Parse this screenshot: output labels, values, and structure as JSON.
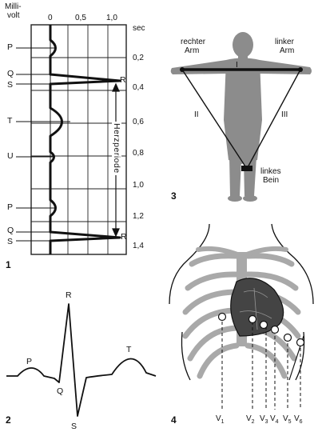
{
  "panel1": {
    "number": "1",
    "yaxis_title_line1": "Milli-",
    "yaxis_title_line2": "volt",
    "x_ticks": [
      "0",
      "0,5",
      "1,0"
    ],
    "time_unit": "sec",
    "time_ticks": [
      "0,2",
      "0,4",
      "0,6",
      "0,8",
      "1,0",
      "1,2",
      "1,4"
    ],
    "wave_labels": [
      "P",
      "Q",
      "S",
      "T",
      "U",
      "P",
      "Q",
      "S"
    ],
    "r_labels": [
      "R",
      "R"
    ],
    "period_label": "Herzperiode"
  },
  "panel2": {
    "number": "2",
    "labels": {
      "P": "P",
      "Q": "Q",
      "R": "R",
      "S": "S",
      "T": "T"
    }
  },
  "panel3": {
    "number": "3",
    "right_arm_line1": "rechter",
    "right_arm_line2": "Arm",
    "left_arm_line1": "linker",
    "left_arm_line2": "Arm",
    "left_leg_line1": "linkes",
    "left_leg_line2": "Bein",
    "lead_labels": [
      "I",
      "II",
      "III"
    ]
  },
  "panel4": {
    "number": "4",
    "electrodes": [
      {
        "base": "V",
        "sub": "1"
      },
      {
        "base": "V",
        "sub": "2"
      },
      {
        "base": "V",
        "sub": "3"
      },
      {
        "base": "V",
        "sub": "4"
      },
      {
        "base": "V",
        "sub": "5"
      },
      {
        "base": "V",
        "sub": "6"
      }
    ]
  },
  "colors": {
    "ink": "#111111",
    "figure": "#8c8c8c",
    "ribs": "#a9a9a9",
    "heart": "#444444",
    "grid": "#222222"
  }
}
